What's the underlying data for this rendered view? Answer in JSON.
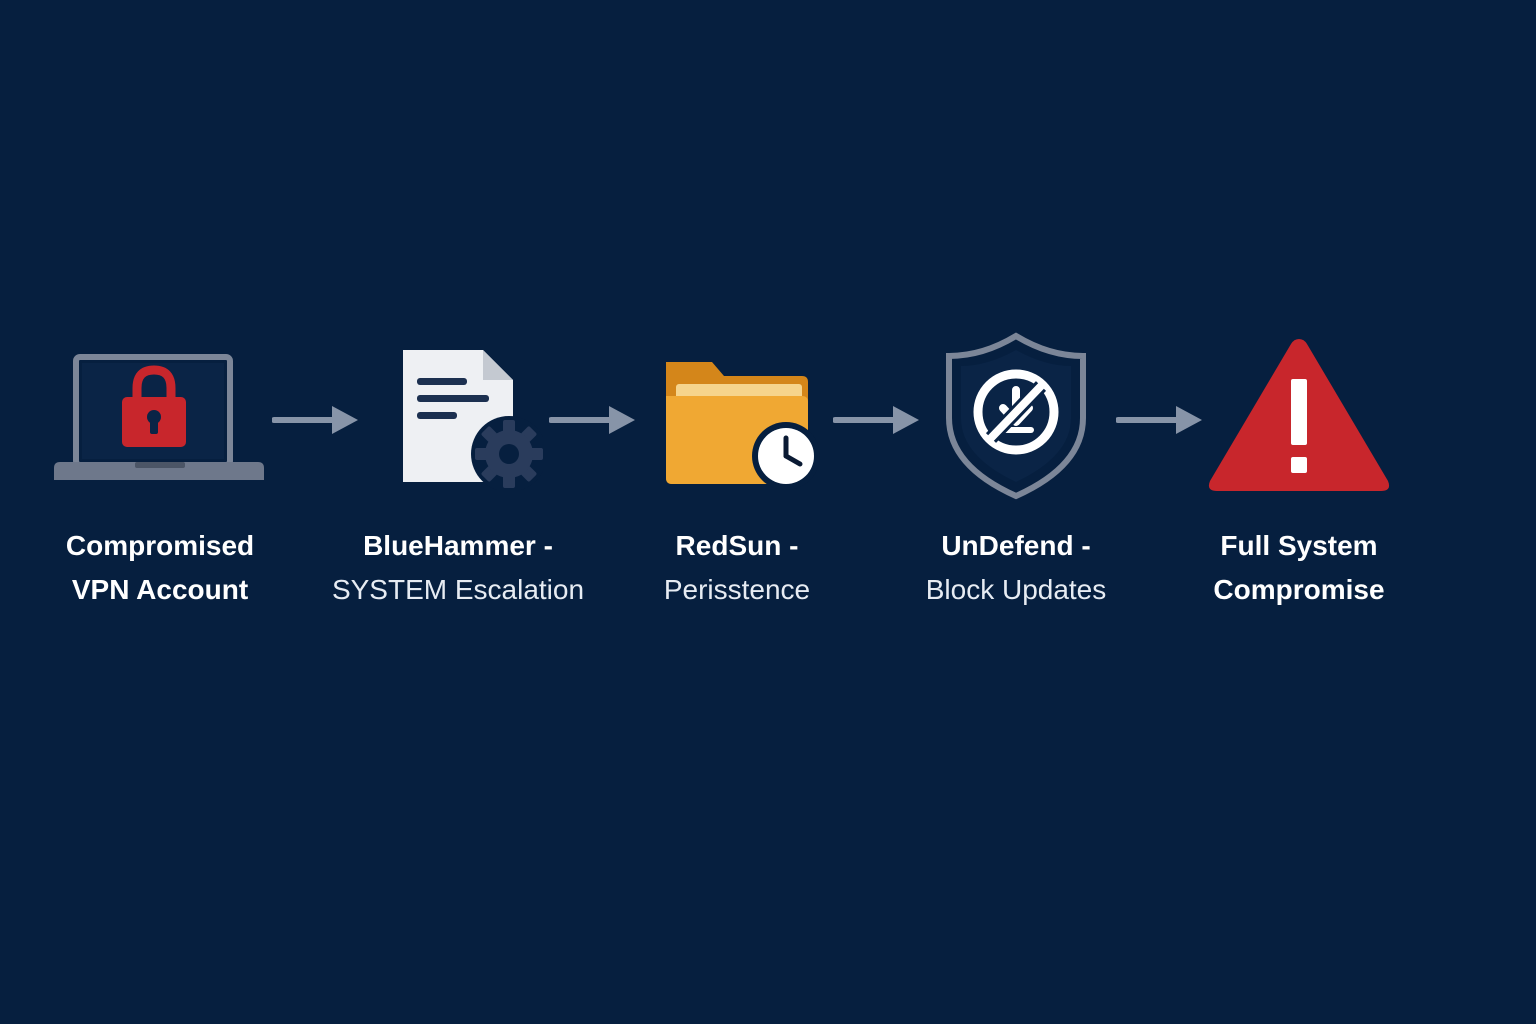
{
  "steps": [
    {
      "line1": "Compromised",
      "line2": "VPN Account",
      "icon": "laptop-lock-icon"
    },
    {
      "line1": "BlueHammer -",
      "line2": "SYSTEM Escalation",
      "icon": "document-gear-icon"
    },
    {
      "line1": "RedSun -",
      "line2": "Perisstence",
      "icon": "folder-clock-icon"
    },
    {
      "line1": "UnDefend -",
      "line2": "Block Updates",
      "icon": "shield-blocked-icon"
    },
    {
      "line1": "Full System",
      "line2": "Compromise",
      "icon": "warning-triangle-icon"
    }
  ],
  "colors": {
    "background": "#061f3f",
    "arrow": "#8794a8",
    "danger_red": "#c8262c",
    "folder_orange": "#f0a833",
    "laptop_gray": "#7c8698",
    "shield_gray": "#7c8698",
    "doc_white": "#eef0f3"
  }
}
